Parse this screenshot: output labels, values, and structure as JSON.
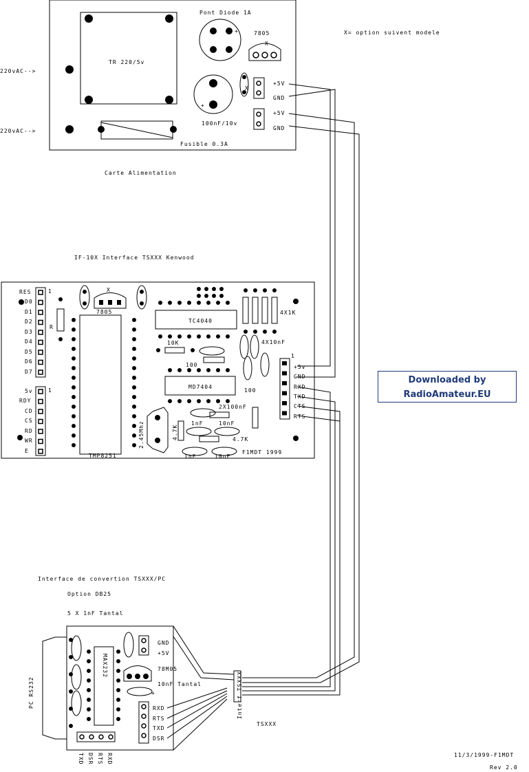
{
  "power_board": {
    "title": "Carte Alimentation",
    "transformer": "TR 220/5v",
    "input_label_1": "220vAC-->",
    "input_label_2": "220vAC-->",
    "bridge": "Pont Diode 1A",
    "regulator": "7805",
    "capacitor": "100nF/10v",
    "fuse": "Fusible 0.3A",
    "x_mark": "X",
    "plus": "+",
    "pin_labels": [
      "+5V",
      "GND",
      "+5V",
      "GND"
    ],
    "option_note": "X= option suivent modele"
  },
  "interface_board": {
    "title": "IF-10X Interface TSXXX Kenwood",
    "left_top_pins": [
      "RES",
      "D0",
      "D1",
      "D2",
      "D3",
      "D4",
      "D5",
      "D6",
      "D7"
    ],
    "left_bottom_pins": [
      "5v",
      "RDY",
      "CD",
      "CS",
      "RD",
      "WR",
      "E"
    ],
    "pin_one": "1",
    "regulator": "7805",
    "chip_1": "TC4040",
    "chip_2": "MD7404",
    "chip_3": "TMP8251",
    "res_10k": "10K",
    "res_100": "100",
    "res_4x1k": "4X1K",
    "cap_4x10nf": "4X10nF",
    "cap_2x100nf": "2X100nF",
    "res_100b": "100",
    "crystal": "2.45Mhz",
    "res_4k7": "4.7K",
    "cap_1nf_a": "1nF",
    "cap_10nf_a": "10nF",
    "cap_1nf_b": "1nF",
    "cap_10nf_b": "10nF",
    "res_r": "R",
    "signature": "F1MDT 1999",
    "right_pins": [
      "+5v",
      "GND",
      "RXD",
      "TXD",
      "CTS",
      "RTS"
    ]
  },
  "conversion_board": {
    "title": "Interface de convertion TSXXX/PC",
    "option": "Option DB25",
    "caps_note": "5 X 1nF Tantal",
    "pc_label": "PC RS232",
    "chip": "MAX232",
    "regulator": "78M05",
    "cap_note": "10nF Tantal",
    "top_pins": [
      "GND",
      "+5V"
    ],
    "right_pins": [
      "RXD",
      "RTS",
      "TXD",
      "DSR"
    ],
    "bottom_pins": [
      "TXD",
      "DSR",
      "RTS",
      "RXD"
    ],
    "interf_label": "Interf TSXXX",
    "tsxxx_label": "TSXXX"
  },
  "footer": {
    "date": "11/3/1999-F1MDT",
    "rev": "Rev 2.0"
  },
  "watermark": {
    "line1": "Downloaded by",
    "line2": "RadioAmateur.EU"
  }
}
